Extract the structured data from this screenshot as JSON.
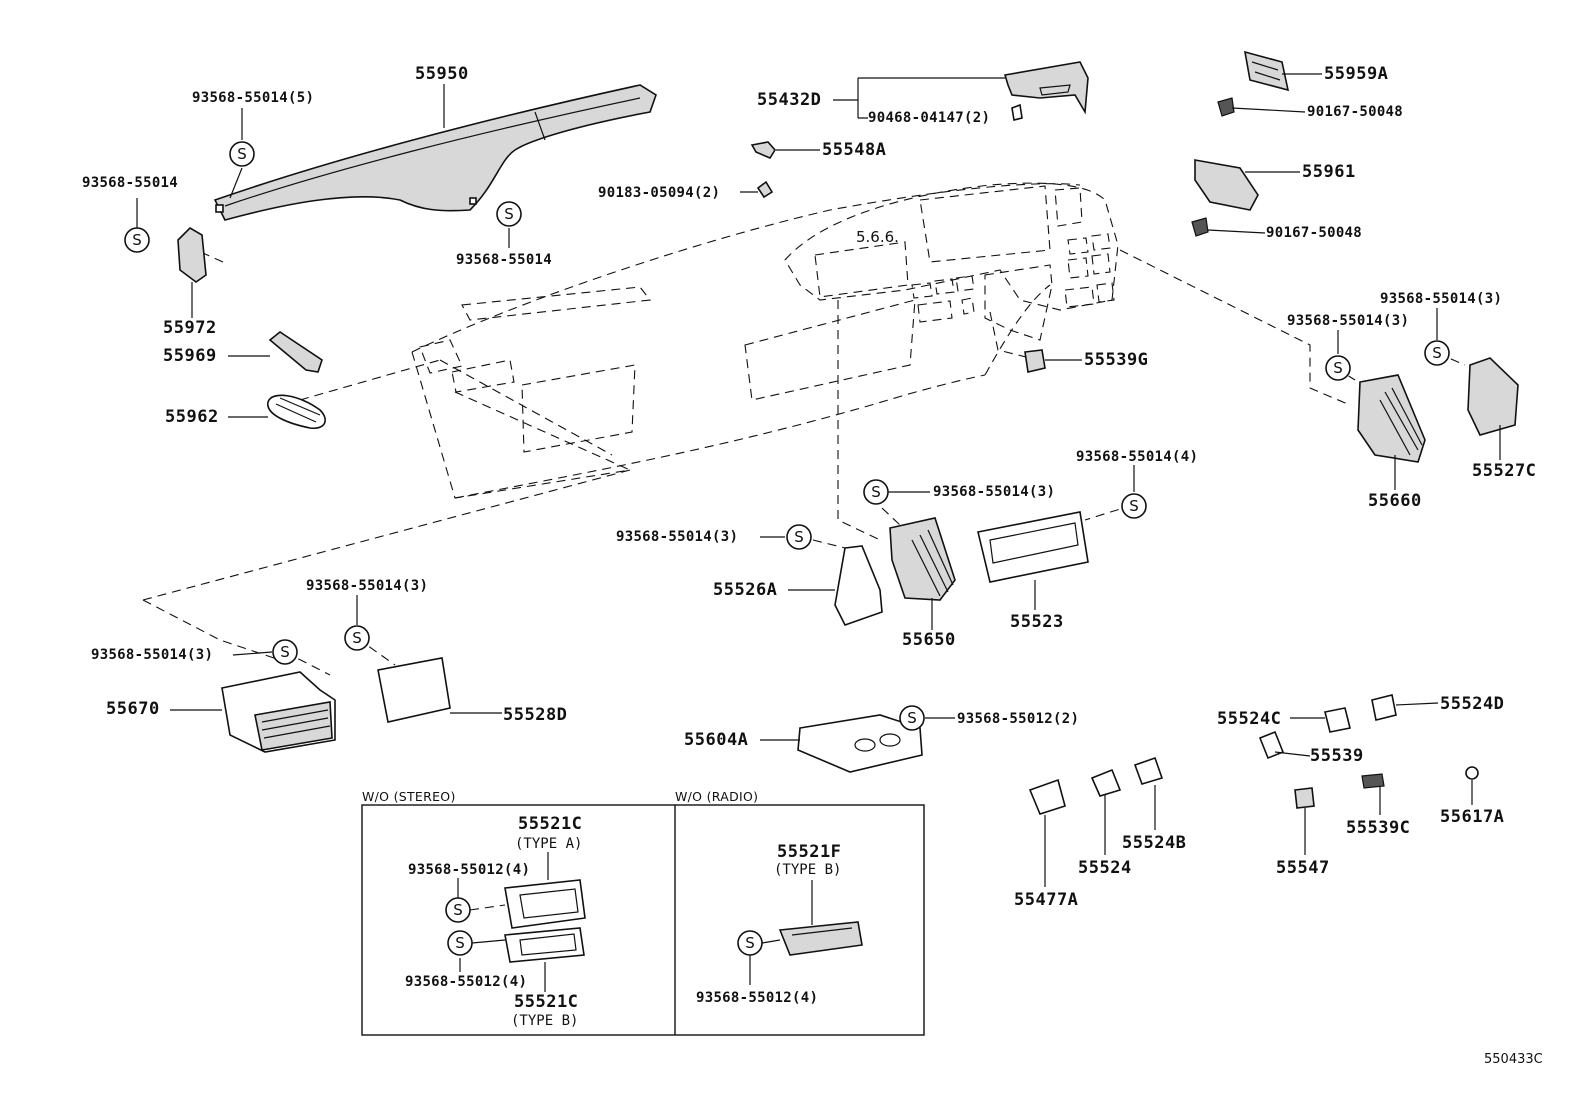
{
  "labels": {
    "p55950": "55950",
    "r93568_5": "93568-55014(5)",
    "r93568_a": "93568-55014",
    "r93568_b": "93568-55014",
    "p55972": "55972",
    "p55969": "55969",
    "p55962": "55962",
    "p55432D": "55432D",
    "r90468": "90468-04147(2)",
    "p55548A": "55548A",
    "r90183": "90183-05094(2)",
    "p55959A": "55959A",
    "r90167_a": "90167-50048",
    "p55961": "55961",
    "r90167_b": "90167-50048",
    "p55539G": "55539G",
    "r93568_3a": "93568-55014(3)",
    "r93568_3b": "93568-55014(3)",
    "p55660": "55660",
    "p55527C": "55527C",
    "r93568_4": "93568-55014(4)",
    "r93568_3c": "93568-55014(3)",
    "r93568_3d": "93568-55014(3)",
    "p55526A": "55526A",
    "p55650": "55650",
    "p55523": "55523",
    "r93568_3e": "93568-55014(3)",
    "r93568_3f": "93568-55014(3)",
    "p55670": "55670",
    "p55528D": "55528D",
    "r93568_12_2": "93568-55012(2)",
    "p55604A": "55604A",
    "p55524C": "55524C",
    "p55524D": "55524D",
    "p55539": "55539",
    "p55539C": "55539C",
    "p55617A": "55617A",
    "p55547": "55547",
    "p55477A": "55477A",
    "p55524": "55524",
    "p55524B": "55524B"
  },
  "inset_stereo": {
    "header": "W/O (STEREO)",
    "part_top": "55521C",
    "type_top": "(TYPE A)",
    "ref_top": "93568-55012(4)",
    "ref_bottom": "93568-55012(4)",
    "part_bottom": "55521C",
    "type_bottom": "(TYPE B)"
  },
  "inset_radio": {
    "header": "W/O (RADIO)",
    "part": "55521F",
    "type": "(TYPE B)",
    "ref": "93568-55012(4)"
  },
  "screw_symbol": "S",
  "diagram_ref": "550433C"
}
